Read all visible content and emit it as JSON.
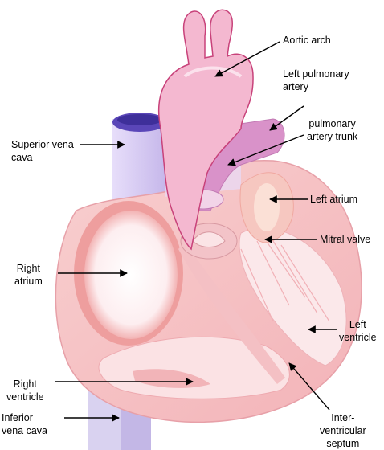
{
  "labels": {
    "aortic_arch": "Aortic arch",
    "left_pulmonary_artery": "Left pulmonary\nartery",
    "pulmonary_trunk": "pulmonary\nartery trunk",
    "superior_vena_cava": "Superior vena\ncava",
    "left_atrium": "Left atrium",
    "mitral_valve": "Mitral valve",
    "right_atrium": "Right\natrium",
    "left_ventricle": "Left\nventricle",
    "right_ventricle": "Right\nventricle",
    "inferior_vena_cava": "Inferior\nvena cava",
    "interventricular_septum": "Inter-\nventricular\nseptum"
  },
  "colors": {
    "aorta": "#f4b8d0",
    "vena_cava": "#c9b8e8",
    "vena_cava_dark": "#5a46b8",
    "pulmonary": "#d98ac8",
    "heart_wall": "#f6c2c2",
    "chamber": "#fde8ea",
    "outline": "#c8427a",
    "arrow": "#000000"
  }
}
